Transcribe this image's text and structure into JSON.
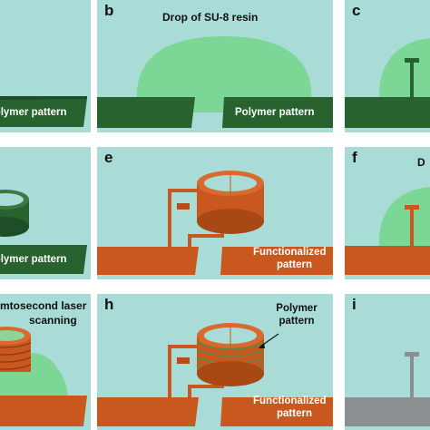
{
  "panels": {
    "a": {
      "label": "Polymer pattern"
    },
    "b": {
      "letter": "b",
      "caption": "Drop of SU-8 resin",
      "label": "Polymer pattern"
    },
    "c": {
      "letter": "c"
    },
    "d": {
      "label": "Polymer pattern"
    },
    "e": {
      "letter": "e",
      "label_line1": "Functionalized",
      "label_line2": "pattern"
    },
    "f": {
      "letter": "f",
      "caption": "D"
    },
    "g": {
      "caption_line1": "Femtosecond laser",
      "caption_line2": "scanning"
    },
    "h": {
      "letter": "h",
      "polymer_line1": "Polymer",
      "polymer_line2": "pattern",
      "label_line1": "Functionalized",
      "label_line2": "pattern"
    },
    "i": {
      "letter": "i"
    }
  },
  "colors": {
    "background": "#a9dcd6",
    "polymer_pattern": "#27622f",
    "su8_drop": "#6ed47f",
    "functionalized_pattern": "#c9581f",
    "metal_pattern": "#8a8f92"
  }
}
